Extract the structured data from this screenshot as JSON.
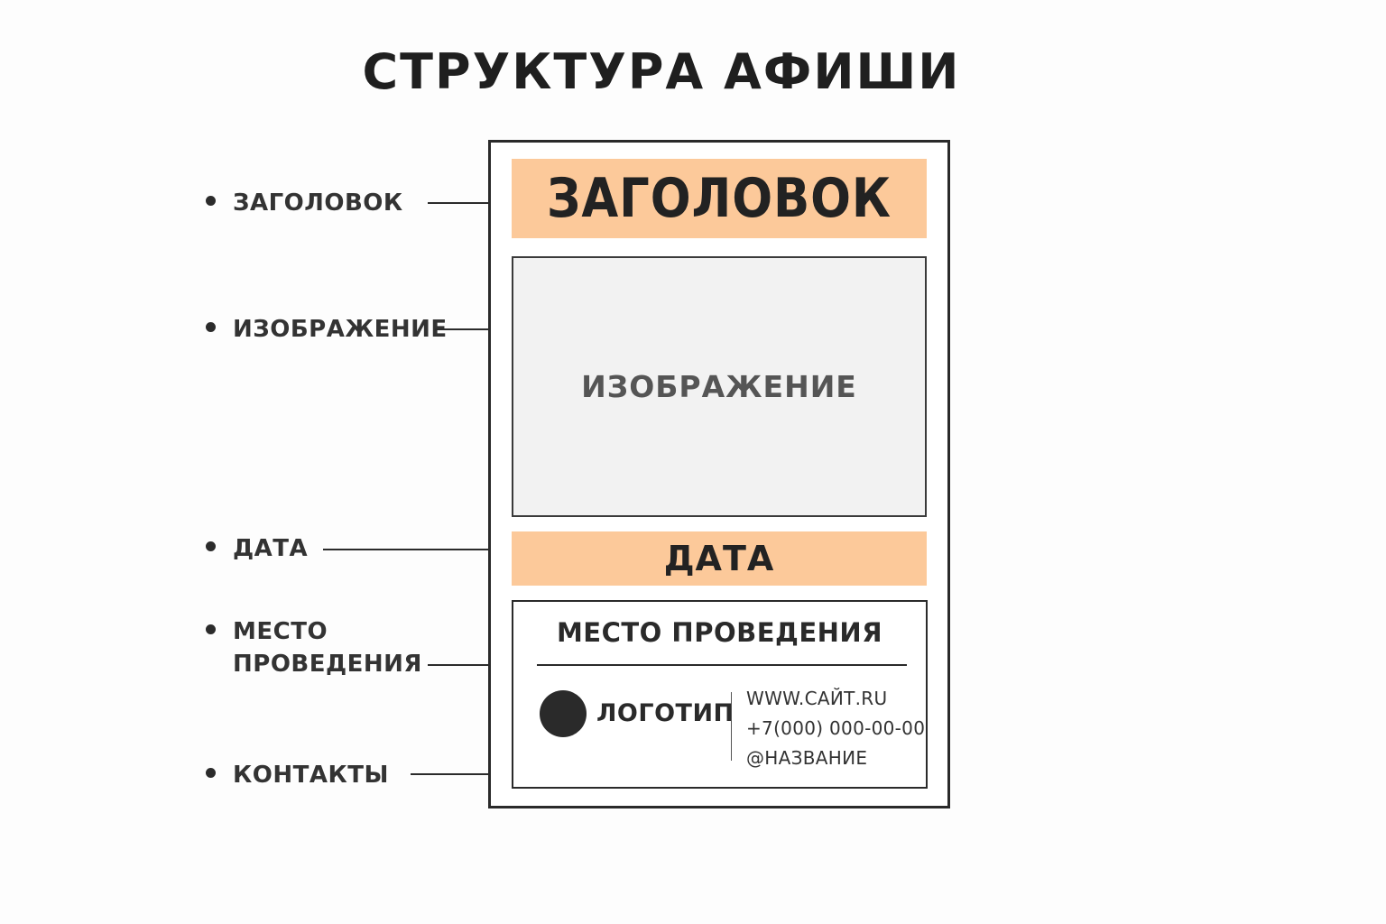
{
  "title": "СТРУКТУРА АФИШИ",
  "callouts": [
    {
      "label": "ЗАГОЛОВОК"
    },
    {
      "label": "ИЗОБРАЖЕНИЕ"
    },
    {
      "label": "ДАТА"
    },
    {
      "label": "МЕСТО\nПРОВЕДЕНИЯ"
    },
    {
      "label": "КОНТАКТЫ"
    }
  ],
  "poster": {
    "headline": "ЗАГОЛОВОК",
    "image_placeholder": "ИЗОБРАЖЕНИЕ",
    "date": "ДАТА",
    "venue": "МЕСТО ПРОВЕДЕНИЯ",
    "logo": "ЛОГОТИП",
    "contacts": {
      "website": "WWW.САЙТ.RU",
      "phone": "+7(000) 000-00-00",
      "social": "@НАЗВАНИЕ"
    }
  },
  "colors": {
    "accent": "#fcc99a",
    "ink": "#2a2a2a",
    "image_fill": "#f2f2f2"
  }
}
